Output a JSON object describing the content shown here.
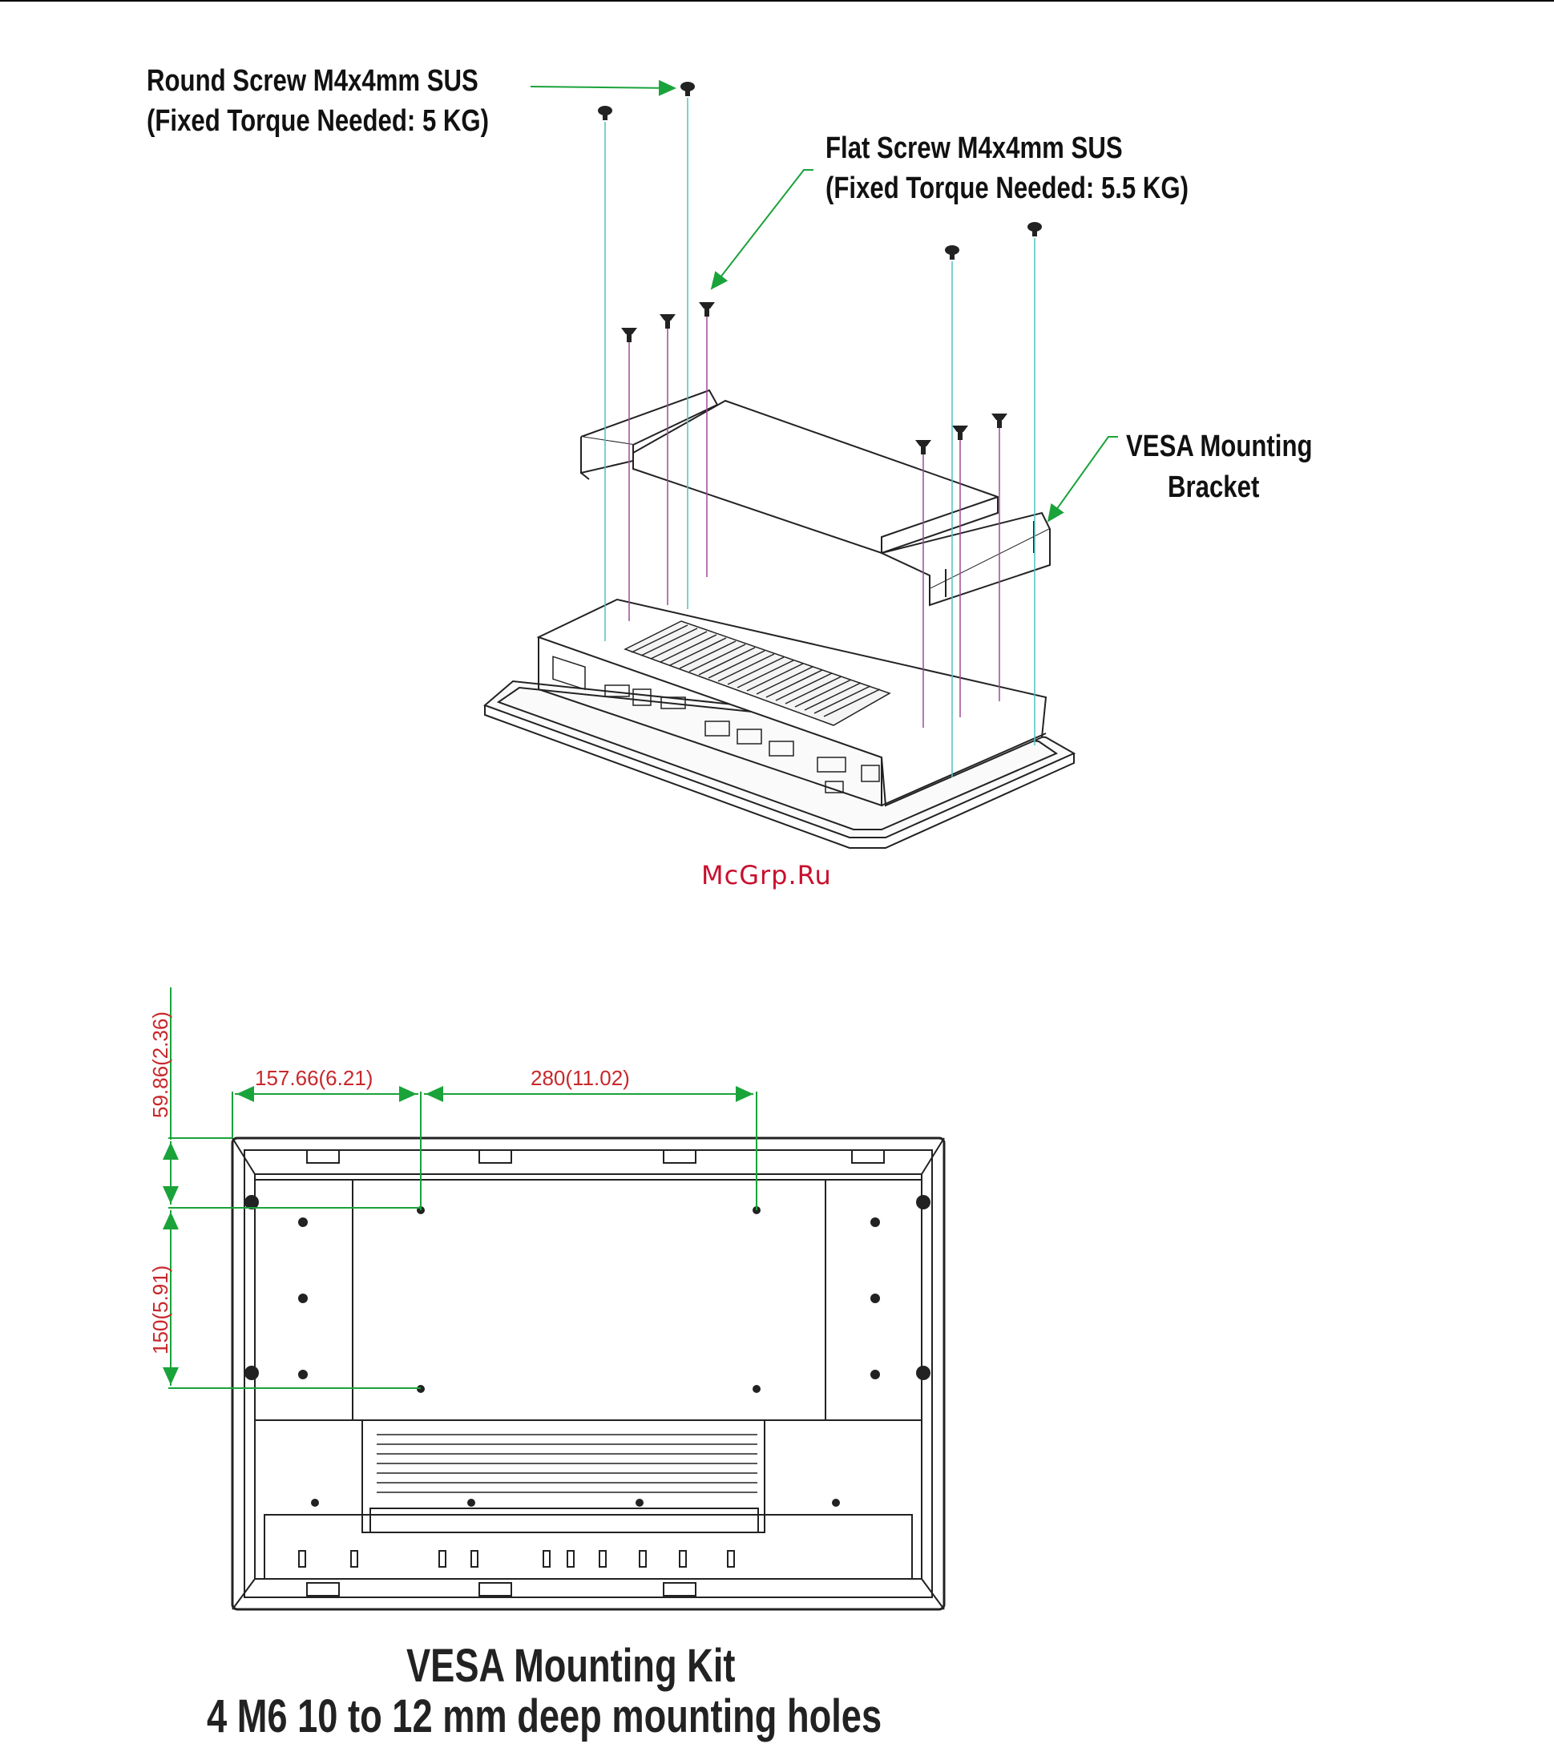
{
  "top_rule": true,
  "callouts": {
    "round_screw": {
      "line1": "Round Screw M4x4mm SUS",
      "line2": "(Fixed Torque Needed: 5 KG)"
    },
    "flat_screw": {
      "line1": "Flat Screw M4x4mm SUS",
      "line2": "(Fixed Torque Needed: 5.5 KG)"
    },
    "bracket": {
      "line1": "VESA Mounting",
      "line2": "Bracket"
    }
  },
  "watermark": "McGrp.Ru",
  "dimensions": {
    "top_left": "157.66(6.21)",
    "top_right": "280(11.02)",
    "left_upper": "59.86(2.36)",
    "left_lower": "150(5.91)"
  },
  "caption": {
    "title": "VESA Mounting Kit",
    "subtitle": "4 M6 10 to 12 mm deep mounting holes"
  },
  "colors": {
    "callout_arrow": "#1aa33a",
    "guide_cyan": "#4fc3c3",
    "guide_magenta": "#a04a9a",
    "dimension_text": "#c8282b",
    "dimension_line": "#1aa33a",
    "watermark": "#c8102e"
  }
}
